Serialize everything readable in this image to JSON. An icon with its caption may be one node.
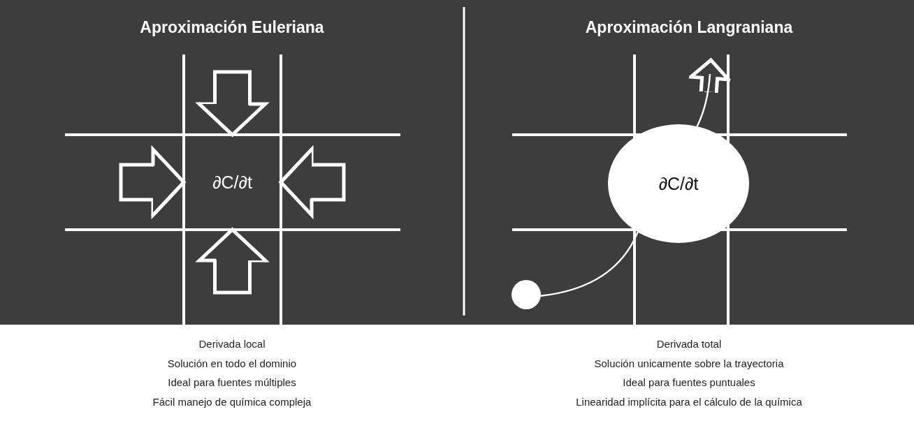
{
  "diagram": {
    "nodes": [
      {
        "text": [
          "Aproximación Euleriana"
        ],
        "beside": [
          "Derivada local",
          "Solución en todo el dominio",
          "Ideal para fuentes múltiples",
          "Fácil manejo de química compleja"
        ]
      },
      {
        "text": [
          "∂C/∂t"
        ],
        "in": 0
      },
      {
        "text": [
          "Aproximación Langraniana"
        ],
        "beside": [
          "Derivada total",
          "Solución unicamente sobre la trayectoria",
          "Ideal para fuentes puntuales",
          "Linearidad implícita para el cálculo de la química"
        ]
      },
      {
        "text": [
          "∂C/∂t"
        ],
        "in": 2
      },
      {
        "text": [],
        "shape": "circle",
        "in": 2
      }
    ],
    "edges": [
      {
        "from": null,
        "to": 1,
        "arrow": "to"
      },
      {
        "from": null,
        "to": 1,
        "arrow": "to"
      },
      {
        "from": null,
        "to": 1,
        "arrow": "to"
      },
      {
        "from": null,
        "to": 1,
        "arrow": "to"
      },
      {
        "from": 4,
        "to": 3,
        "arrow": "none"
      },
      {
        "from": 3,
        "to": null,
        "arrow": "to"
      }
    ]
  }
}
